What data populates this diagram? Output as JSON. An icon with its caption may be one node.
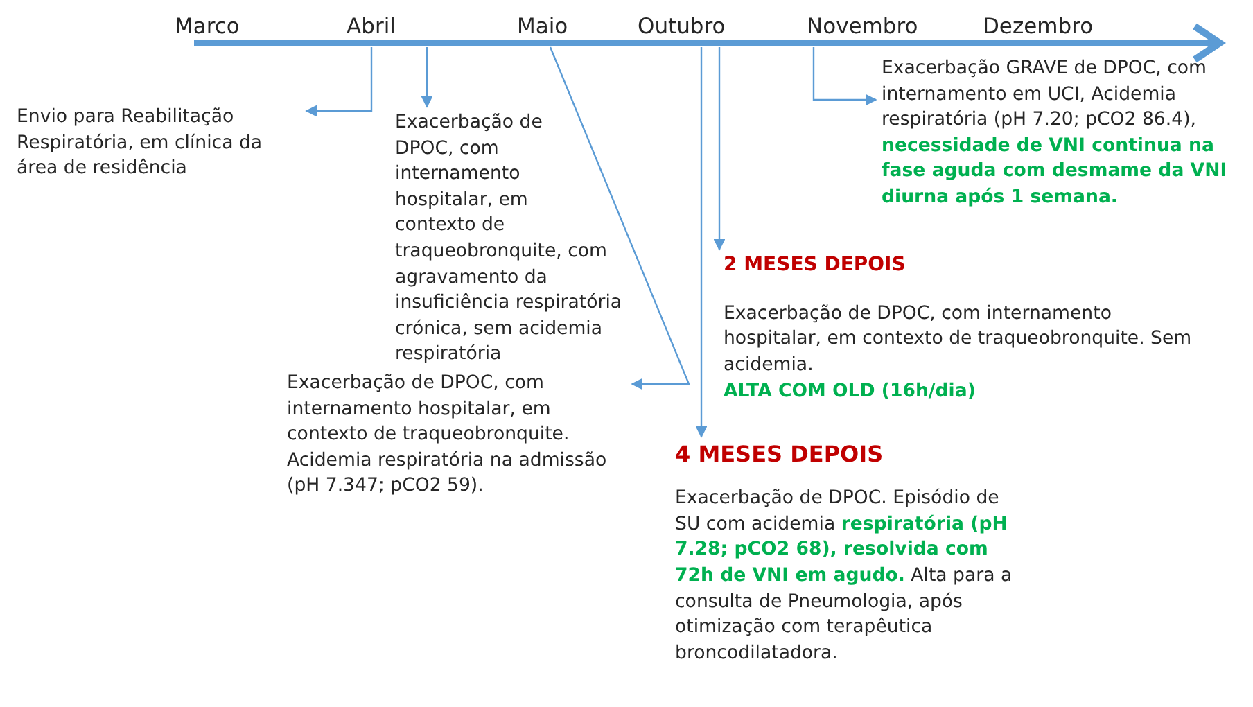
{
  "diagram": {
    "nodes": [
      {
        "text": [
          "Envio para Reabilitação Respiratória, em clínica da área de residência"
        ]
      },
      {
        "text": [
          "Exacerbação de DPOC, com internamento hospitalar, em contexto de traqueobronquite, com agravamento da insuficiência respiratória crónica, sem acidemia respiratória"
        ]
      },
      {
        "text": [
          "Exacerbação de DPOC, com internamento hospitalar, em contexto de traqueobronquite. Acidemia respiratória na admissão (pH 7.347; pCO2 59)."
        ]
      },
      {
        "text": [
          "Exacerbação GRAVE de DPOC, com internamento em UCI, Acidemia respiratória (pH 7.20; pCO2 86.4), **necessidade de VNI continua na fase aguda com desmame da VNI diurna após 1 semana.**"
        ]
      },
      {
        "text": [
          "2 MESES DEPOIS",
          "Exacerbação de DPOC, com internamento hospitalar, em contexto de traqueobronquite. Sem acidemia. **ALTA COM OLD (16h/dia)**"
        ]
      },
      {
        "text": [
          "4 MESES DEPOIS",
          "Exacerbação de DPOC. Episódio de SU com acidemia **respiratória (pH 7.28; pCO2 68), resolvida com 72h de VNI em agudo.** Alta para a consulta de Pneumologia, após otimização com terapêutica broncodilatadora."
        ]
      }
    ],
    "edges": [
      {
        "from": null,
        "to": 0,
        "arrow": "to"
      },
      {
        "from": null,
        "to": 1,
        "arrow": "to"
      },
      {
        "from": null,
        "to": 2,
        "arrow": "to"
      },
      {
        "from": null,
        "to": 3,
        "arrow": "to"
      },
      {
        "from": null,
        "to": 4,
        "arrow": "to"
      },
      {
        "from": null,
        "to": 5,
        "arrow": "to"
      }
    ],
    "labels": [
      "Marco",
      "Abril",
      "Maio",
      "Outubro",
      "Novembro",
      "Dezembro"
    ]
  }
}
